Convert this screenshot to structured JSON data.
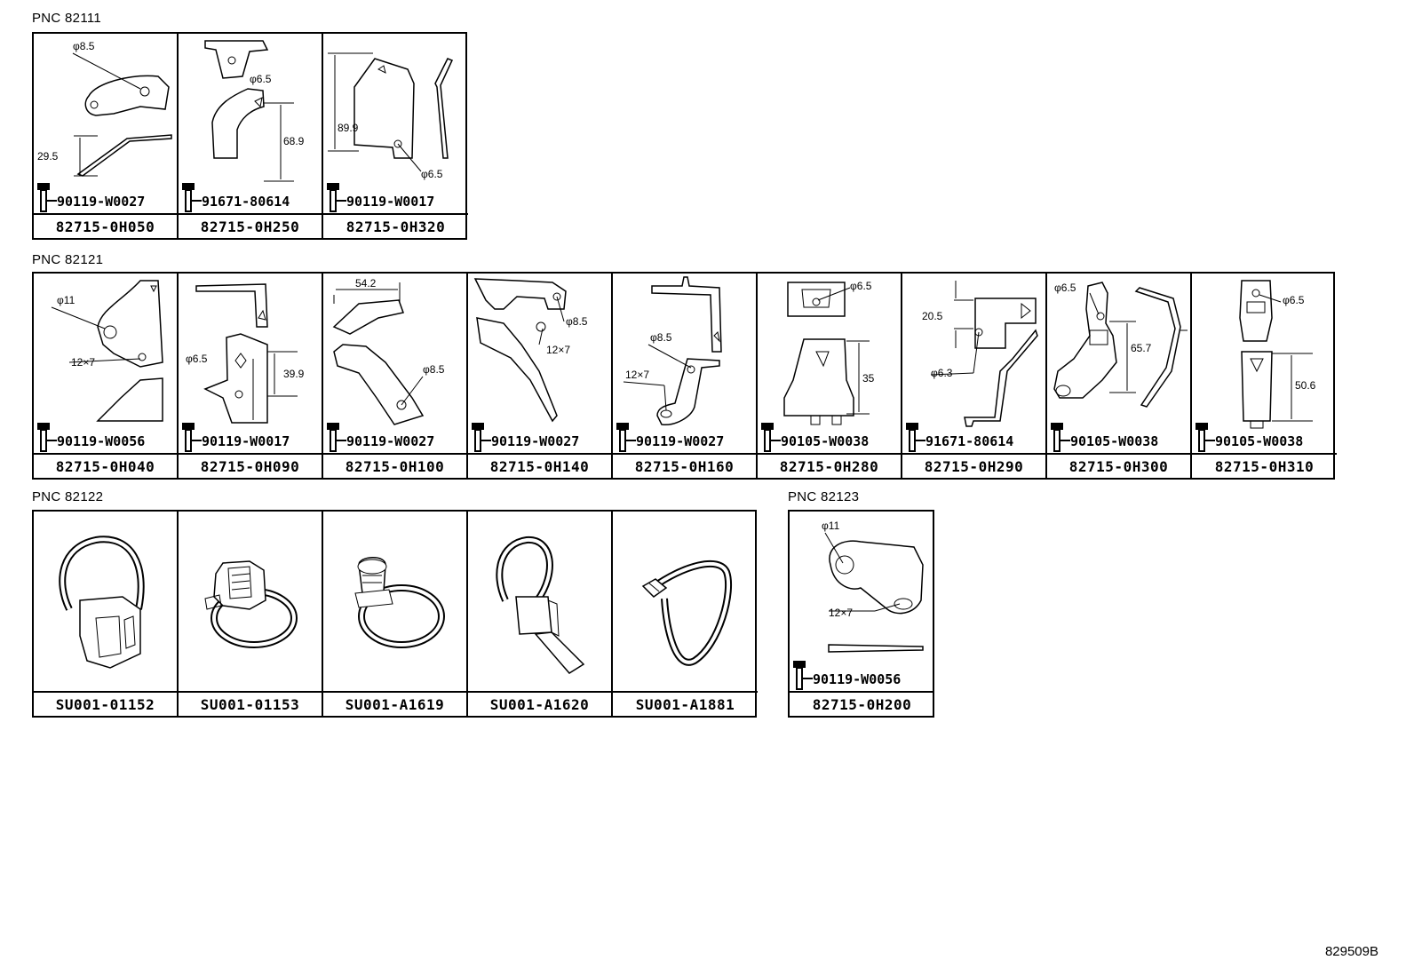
{
  "groups": [
    {
      "pnc": "PNC 82111",
      "cells": [
        {
          "part": "82715-0H050",
          "bolt": "90119-W0027",
          "dims": [
            "φ8.5",
            "29.5"
          ]
        },
        {
          "part": "82715-0H250",
          "bolt": "91671-80614",
          "dims": [
            "φ6.5",
            "68.9"
          ]
        },
        {
          "part": "82715-0H320",
          "bolt": "90119-W0017",
          "dims": [
            "89.9",
            "φ6.5"
          ]
        }
      ]
    },
    {
      "pnc": "PNC 82121",
      "cells": [
        {
          "part": "82715-0H040",
          "bolt": "90119-W0056",
          "dims": [
            "φ11",
            "12×7"
          ]
        },
        {
          "part": "82715-0H090",
          "bolt": "90119-W0017",
          "dims": [
            "φ6.5",
            "39.9"
          ]
        },
        {
          "part": "82715-0H100",
          "bolt": "90119-W0027",
          "dims": [
            "54.2",
            "φ8.5"
          ]
        },
        {
          "part": "82715-0H140",
          "bolt": "90119-W0027",
          "dims": [
            "φ8.5",
            "12×7"
          ]
        },
        {
          "part": "82715-0H160",
          "bolt": "90119-W0027",
          "dims": [
            "φ8.5",
            "12×7"
          ]
        },
        {
          "part": "82715-0H280",
          "bolt": "90105-W0038",
          "dims": [
            "φ6.5",
            "35"
          ]
        },
        {
          "part": "82715-0H290",
          "bolt": "91671-80614",
          "dims": [
            "20.5",
            "φ6.3"
          ]
        },
        {
          "part": "82715-0H300",
          "bolt": "90105-W0038",
          "dims": [
            "φ6.5",
            "65.7"
          ]
        },
        {
          "part": "82715-0H310",
          "bolt": "90105-W0038",
          "dims": [
            "φ6.5",
            "50.6"
          ]
        }
      ]
    },
    {
      "pnc": "PNC 82122",
      "cells": [
        {
          "part": "SU001-01152"
        },
        {
          "part": "SU001-01153"
        },
        {
          "part": "SU001-A1619"
        },
        {
          "part": "SU001-A1620"
        },
        {
          "part": "SU001-A1881"
        }
      ]
    },
    {
      "pnc": "PNC 82123",
      "cells": [
        {
          "part": "82715-0H200",
          "bolt": "90119-W0056",
          "dims": [
            "φ11",
            "12×7"
          ]
        }
      ]
    }
  ],
  "reference": "829509B"
}
